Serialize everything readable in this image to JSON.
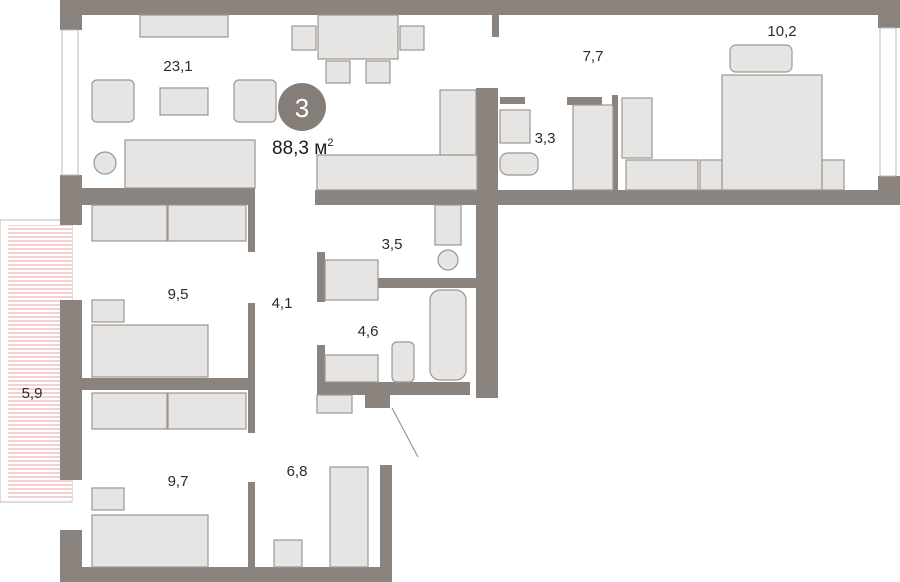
{
  "plan": {
    "rooms_count": "3",
    "total_area": "88,3",
    "total_unit": "м",
    "total_unit_sup": "2",
    "rooms": {
      "living": "23,1",
      "bedroom_master": "10,2",
      "dressing": "7,7",
      "bath_master": "3,3",
      "laundry": "3,5",
      "hall": "4,1",
      "bedroom_1": "9,5",
      "bathroom": "4,6",
      "balcony": "5,9",
      "bedroom_2": "9,7",
      "entrance": "6,8"
    }
  },
  "colors": {
    "wall": "#8b847e",
    "furniture": "#e7e5e3",
    "balcony_hatch": "#e8a0a0",
    "badge": "#847d78"
  }
}
